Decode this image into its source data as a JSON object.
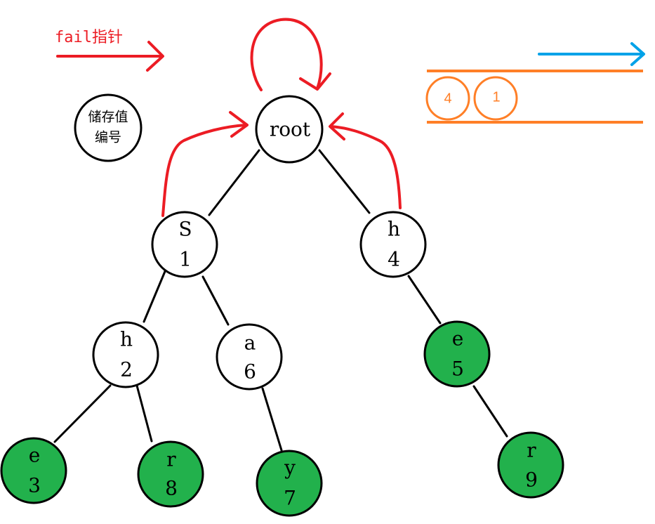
{
  "legend": {
    "fail_label": "fail指针",
    "node_key_line1": "储存值",
    "node_key_line2": "编号"
  },
  "trie": {
    "root_label": "root",
    "nodes": [
      {
        "id": "s1",
        "letter": "S",
        "number": "1",
        "filled": false
      },
      {
        "id": "h4",
        "letter": "h",
        "number": "4",
        "filled": false
      },
      {
        "id": "h2",
        "letter": "h",
        "number": "2",
        "filled": false
      },
      {
        "id": "a6",
        "letter": "a",
        "number": "6",
        "filled": false
      },
      {
        "id": "e5",
        "letter": "e",
        "number": "5",
        "filled": true
      },
      {
        "id": "e3",
        "letter": "e",
        "number": "3",
        "filled": true
      },
      {
        "id": "r8",
        "letter": "r",
        "number": "8",
        "filled": true
      },
      {
        "id": "y7",
        "letter": "y",
        "number": "7",
        "filled": true
      },
      {
        "id": "r9",
        "letter": "r",
        "number": "9",
        "filled": true
      }
    ]
  },
  "queue": {
    "items": [
      "4",
      "1"
    ]
  },
  "colors": {
    "fail_pointer": "#ec1c24",
    "queue": "#ff7f27",
    "queue_arrow": "#00a2e8",
    "end_node_fill": "#22b14c",
    "stroke": "#000000"
  }
}
